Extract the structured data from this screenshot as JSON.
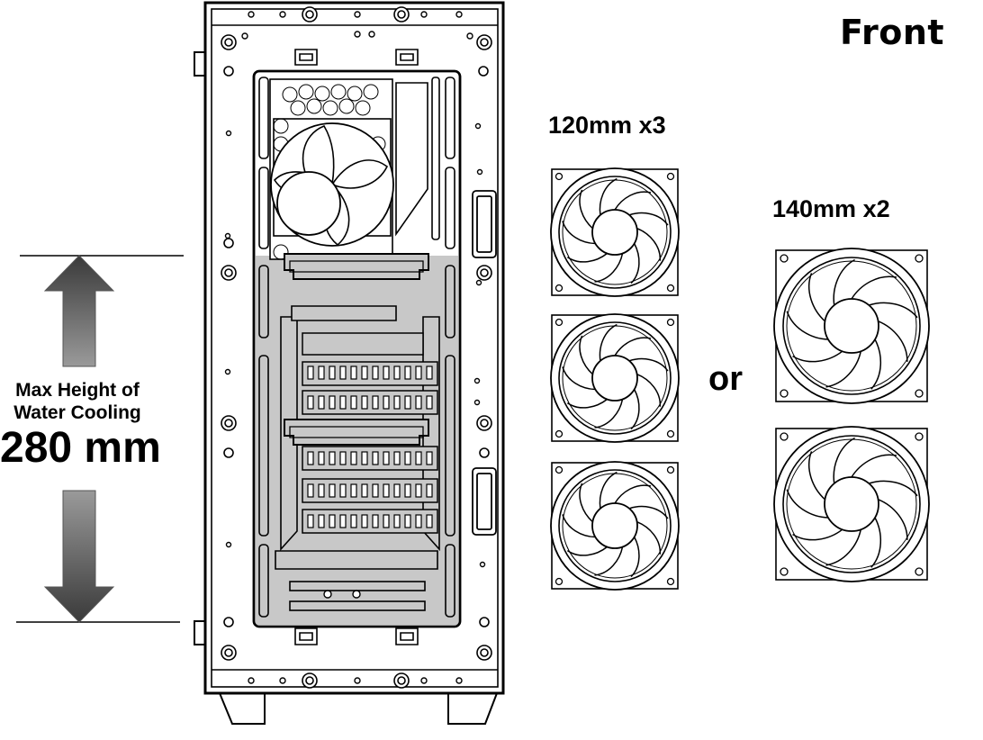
{
  "labels": {
    "front": "Front",
    "fan120": "120mm x3",
    "fan140": "140mm x2",
    "or": "or",
    "max_height_line1": "Max Height of",
    "max_height_line2": "Water Cooling",
    "max_height_value": "280 mm"
  },
  "colors": {
    "line": "#000000",
    "highlight_fill": "#c8c8c8",
    "arrow_dark": "#3a3a3a",
    "arrow_light": "#9a9a9a",
    "background": "#ffffff"
  },
  "icons": {
    "fan": "fan-icon",
    "arrow_up": "arrow-up-icon",
    "arrow_down": "arrow-down-icon",
    "case": "pc-case-front-drawing"
  }
}
